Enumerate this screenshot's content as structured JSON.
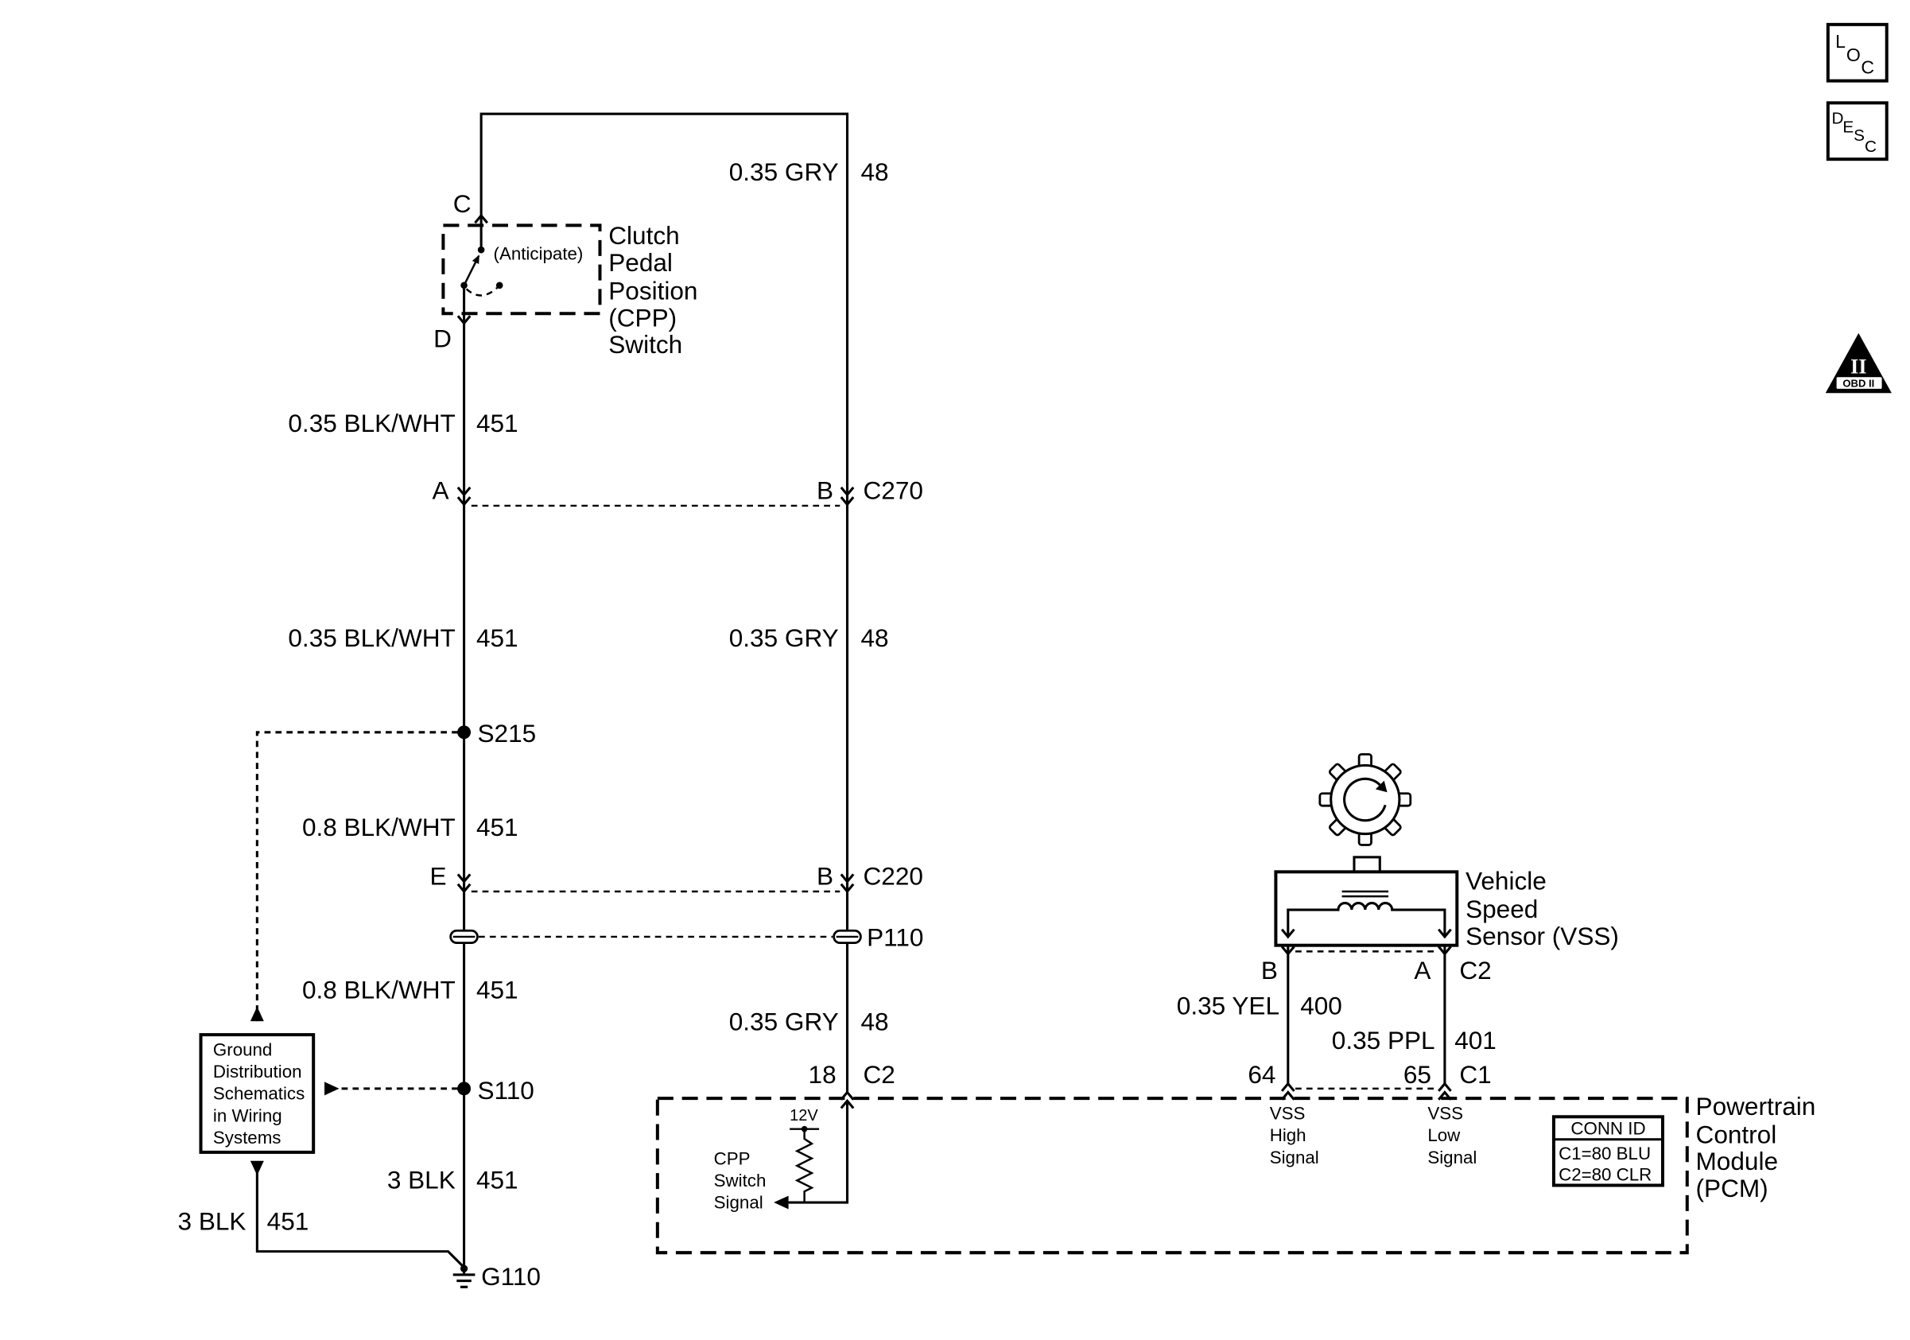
{
  "icons": {
    "loc": [
      "L",
      "O",
      "C"
    ],
    "desc": [
      "D",
      "E",
      "S",
      "C"
    ],
    "obd": {
      "numeral": "II",
      "label": "OBD II"
    }
  },
  "cpp_switch": {
    "pin_top": "C",
    "pin_bottom": "D",
    "state": "(Anticipate)",
    "name": [
      "Clutch",
      "Pedal",
      "Position",
      "(CPP)",
      "Switch"
    ]
  },
  "circuit_48": [
    {
      "wire": "0.35 GRY",
      "circuit": "48"
    },
    {
      "wire": "0.35 GRY",
      "circuit": "48"
    },
    {
      "wire": "0.35 GRY",
      "circuit": "48"
    }
  ],
  "circuit_451": [
    {
      "wire": "0.35 BLK/WHT",
      "circuit": "451"
    },
    {
      "wire": "0.35 BLK/WHT",
      "circuit": "451"
    },
    {
      "wire": "0.8 BLK/WHT",
      "circuit": "451"
    },
    {
      "wire": "0.8 BLK/WHT",
      "circuit": "451"
    },
    {
      "wire": "3 BLK",
      "circuit": "451"
    },
    {
      "wire": "3 BLK",
      "circuit": "451"
    }
  ],
  "connectors": {
    "c270": {
      "pin_451": "A",
      "pin_48": "B",
      "id": "C270"
    },
    "c220": {
      "pin_451": "E",
      "pin_48": "B",
      "id": "C220"
    },
    "p110": {
      "id": "P110"
    },
    "pcm_c2": {
      "pin": "18",
      "id": "C2"
    },
    "vss_c2": {
      "pin_400": "B",
      "pin_401": "A",
      "id": "C2"
    },
    "pcm_c1": {
      "pin_400": "64",
      "pin_401": "65",
      "id": "C1"
    }
  },
  "splices": {
    "upper": "S215",
    "lower": "S110"
  },
  "ground": {
    "id": "G110",
    "reference": [
      "Ground",
      "Distribution",
      "Schematics",
      "in Wiring",
      "Systems"
    ]
  },
  "vss": {
    "name": [
      "Vehicle",
      "Speed",
      "Sensor (VSS)"
    ],
    "high_wire": {
      "wire": "0.35 YEL",
      "circuit": "400"
    },
    "low_wire": {
      "wire": "0.35 PPL",
      "circuit": "401"
    }
  },
  "pcm": {
    "name": [
      "Powertrain",
      "Control",
      "Module",
      "(PCM)"
    ],
    "supply": "12V",
    "cpp_input": [
      "CPP",
      "Switch",
      "Signal"
    ],
    "vss_high": [
      "VSS",
      "High",
      "Signal"
    ],
    "vss_low": [
      "VSS",
      "Low",
      "Signal"
    ],
    "conn_id": {
      "title": "CONN ID",
      "rows": [
        "C1=80 BLU",
        "C2=80 CLR"
      ]
    }
  }
}
